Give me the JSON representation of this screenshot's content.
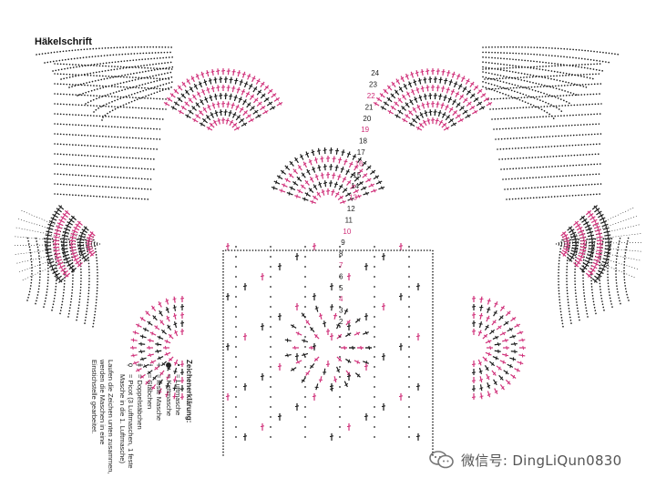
{
  "title": "Häkelschrift",
  "round_numbers": [
    "2",
    "3",
    "4",
    "5",
    "6",
    "7",
    "8",
    "9",
    "10",
    "11",
    "12",
    "13",
    "14",
    "15",
    "16",
    "17",
    "18",
    "19",
    "20",
    "21",
    "22",
    "23",
    "24"
  ],
  "legend": {
    "heading": "Zeichenerklärung:",
    "items": [
      {
        "icon": "chain-stitch-icon",
        "text": "= Luftmasche"
      },
      {
        "icon": "slip-stitch-icon",
        "text": "= Kettmasche"
      },
      {
        "icon": "single-crochet-icon",
        "text": "= feste Masche"
      },
      {
        "icon": "double-crochet-icon",
        "text": "= Stäbchen"
      },
      {
        "icon": "treble-crochet-icon",
        "text": "= Doppelstäbchen"
      },
      {
        "icon": "picot-icon",
        "text": "= Picot (3 Luftmaschen, 1 feste Masche in die 1. Luftmasche)"
      }
    ],
    "note": "Laufen die Zeichen unten zusammen, werden die Maschen in eine Einstichstelle gearbeitet."
  },
  "watermark": {
    "text": "微信号: DingLiQun0830",
    "icon": "wechat-logo-icon"
  },
  "colors": {
    "ink": "#1a1a1a",
    "accent": "#d0317a",
    "background": "#ffffff"
  }
}
